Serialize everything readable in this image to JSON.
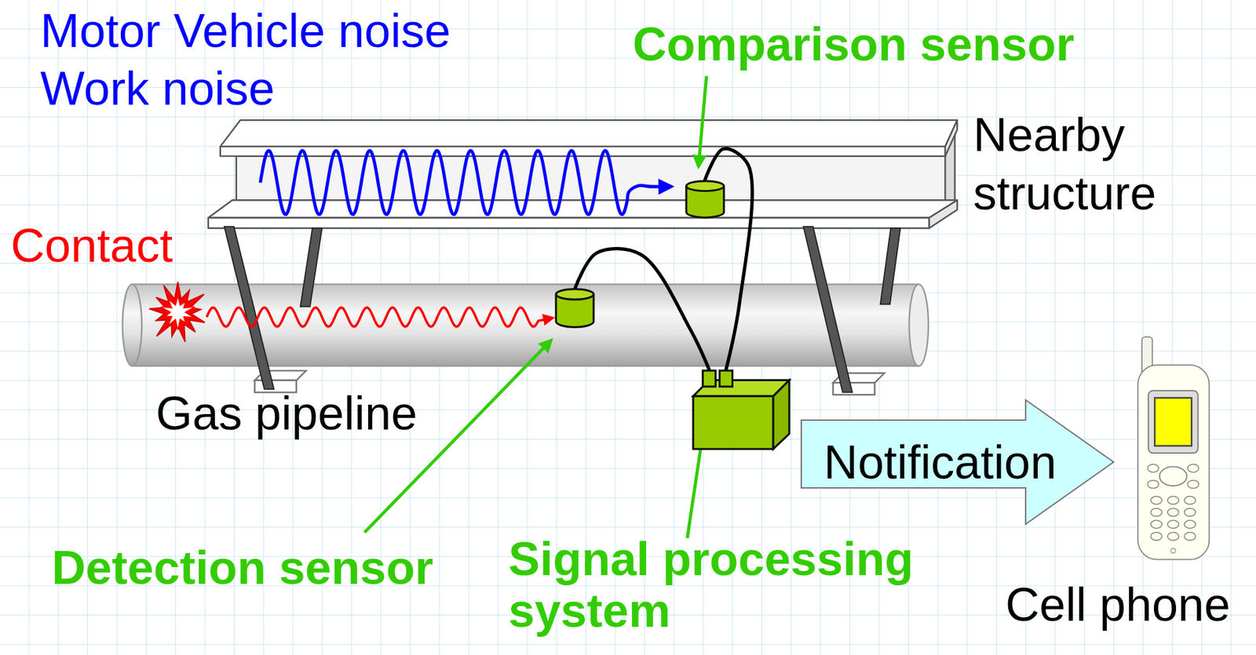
{
  "diagram": {
    "nodes": [
      {
        "text": [
          "Comparison sensor"
        ]
      },
      {
        "text": [
          "Detection sensor"
        ]
      },
      {
        "text": [
          "Signal processing system"
        ]
      },
      {
        "text": [
          "Notification"
        ]
      },
      {
        "text": [
          "Cell phone"
        ]
      }
    ],
    "edges": [
      {
        "from": 1,
        "to": 2,
        "arrow": "none"
      },
      {
        "from": 0,
        "to": 2,
        "arrow": "none"
      }
    ],
    "labels": [
      "Motor Vehicle noise",
      "Work noise",
      "Nearby structure",
      "Contact",
      "Gas pipeline"
    ]
  }
}
